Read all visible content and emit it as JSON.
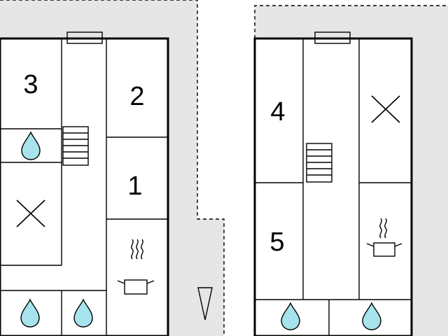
{
  "floor_left": {
    "rooms": [
      {
        "id": "room-3",
        "label": "3"
      },
      {
        "id": "room-2",
        "label": "2"
      },
      {
        "id": "room-1",
        "label": "1"
      }
    ],
    "icons": [
      "water-drop-icon",
      "stairs-icon",
      "toilet-x-icon",
      "cooking-pot-icon",
      "north-arrow-icon",
      "window-icon"
    ]
  },
  "floor_right": {
    "rooms": [
      {
        "id": "room-4",
        "label": "4"
      },
      {
        "id": "room-5",
        "label": "5"
      }
    ],
    "icons": [
      "water-drop-icon",
      "stairs-icon",
      "toilet-x-icon",
      "cooking-pot-icon",
      "window-icon"
    ]
  },
  "colors": {
    "outside_area": "#e6e6e6",
    "water_drop": "#a6e3ec",
    "walls": "#000000"
  }
}
